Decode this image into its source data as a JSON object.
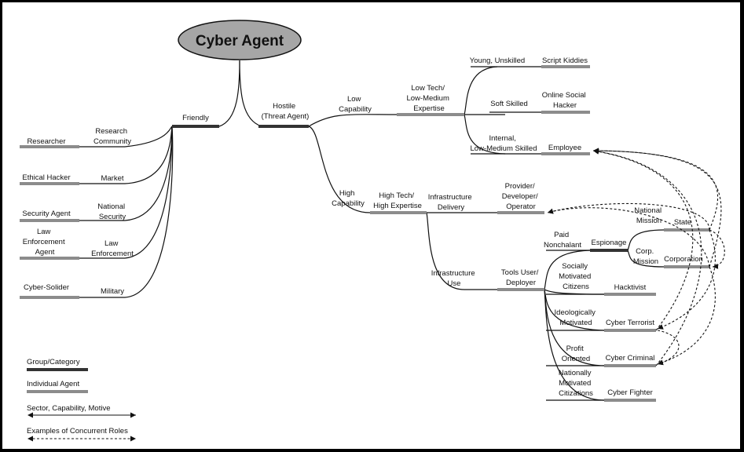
{
  "title": "Cyber Agent",
  "branches": {
    "friendly": "Friendly",
    "hostile": [
      "Hostile",
      "(Threat Agent)"
    ],
    "low_capability": [
      "Low",
      "Capability"
    ],
    "high_capability": [
      "High",
      "Capability"
    ]
  },
  "friendly_sectors": [
    {
      "sector": [
        "Research",
        "Community"
      ],
      "agent": [
        "Researcher"
      ]
    },
    {
      "sector": [
        "Market"
      ],
      "agent": [
        "Ethical Hacker"
      ]
    },
    {
      "sector": [
        "National",
        "Security"
      ],
      "agent": [
        "Security Agent"
      ]
    },
    {
      "sector": [
        "Law",
        "Enforcement"
      ],
      "agent": [
        "Law",
        "Enforcement",
        "Agent"
      ]
    },
    {
      "sector": [
        "Military"
      ],
      "agent": [
        "Cyber-Solider"
      ]
    }
  ],
  "low": {
    "group": [
      "Low Tech/",
      "Low-Medium",
      "Expertise"
    ],
    "items": [
      {
        "motive": [
          "Young, Unskilled"
        ],
        "agent": [
          "Script Kiddies"
        ]
      },
      {
        "motive": [
          "Soft Skilled"
        ],
        "agent": [
          "Online Social",
          "Hacker"
        ]
      },
      {
        "motive": [
          "Internal,",
          "Low-Medium Skilled"
        ],
        "agent": [
          "Employee"
        ]
      }
    ]
  },
  "high": {
    "group": [
      "High Tech/",
      "High Expertise"
    ],
    "delivery": {
      "label": [
        "Infrastructure",
        "Delivery"
      ],
      "agent": [
        "Provider/",
        "Developer/",
        "Operator"
      ]
    },
    "use": {
      "label": [
        "Infrastructure",
        "Use"
      ],
      "agent": [
        "Tools User/",
        "Deployer"
      ]
    }
  },
  "tools": {
    "paid": [
      "Paid",
      "Nonchalant"
    ],
    "espionage": "Espionage",
    "national": [
      "National",
      "Mission"
    ],
    "state": "State",
    "corp_mission": [
      "Corp.",
      "Mission"
    ],
    "corporation": "Corporation",
    "items": [
      {
        "motive": [
          "Socially",
          "Motivated",
          "Citizens"
        ],
        "agent": "Hacktivist"
      },
      {
        "motive": [
          "Ideologically",
          "Motivated"
        ],
        "agent": "Cyber Terrorist"
      },
      {
        "motive": [
          "Profit",
          "Oriented"
        ],
        "agent": "Cyber Criminal"
      },
      {
        "motive": [
          "Nationally",
          "Motivated",
          "Citizations"
        ],
        "agent": "Cyber Fighter"
      }
    ]
  },
  "legend": {
    "group": "Group/Category",
    "individual": "Individual Agent",
    "sector": "Sector, Capability, Motive",
    "concurrent": "Examples of Concurrent Roles"
  },
  "colors": {
    "group_bar": "#333333",
    "agent_bar": "#8c8c8c",
    "ellipse": "#a6a6a6",
    "line": "#111111"
  }
}
